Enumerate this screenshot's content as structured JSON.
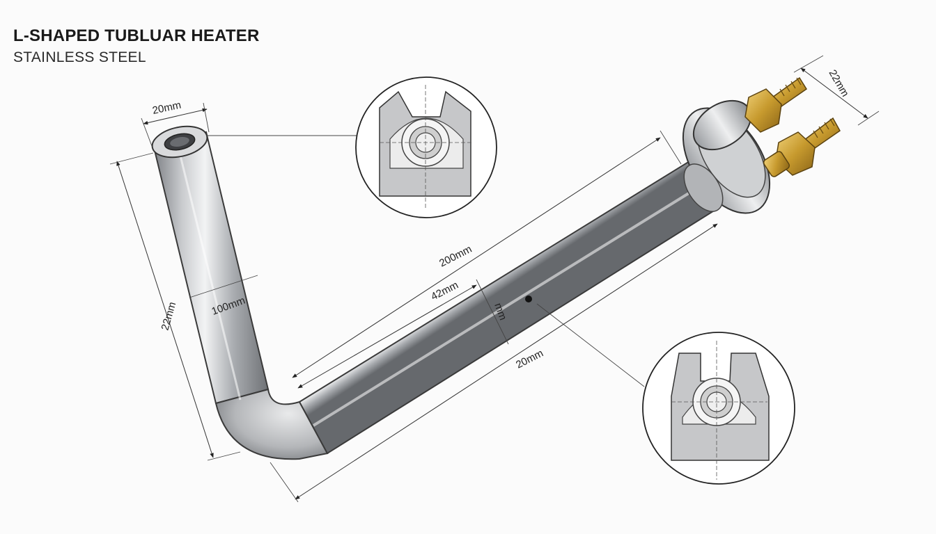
{
  "header": {
    "title": "L-SHAPED TUBLUAR HEATER",
    "subtitle": "STAINLESS STEEL"
  },
  "dimensions": {
    "tube_diameter_top": "20mm",
    "vertical_length": "22mm",
    "bend_length": "100mm",
    "horizontal_length": "200mm",
    "mid_length": "42mm",
    "diameter_mark": "mm",
    "bottom_length": "20mm",
    "terminal_length": "22mm"
  },
  "colors": {
    "steel": "#b9bbbe",
    "brass": "#c9a23a",
    "line": "#333333"
  }
}
